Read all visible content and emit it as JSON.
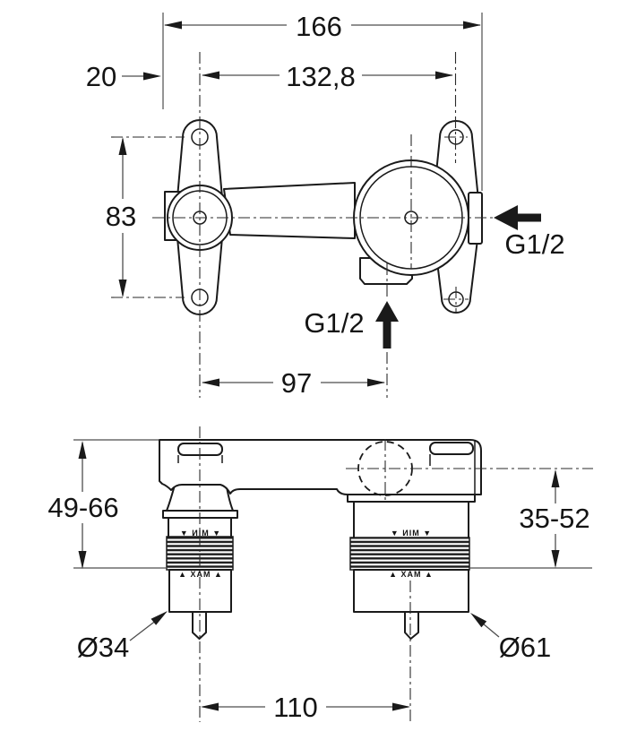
{
  "top_view": {
    "dim_overall_width": "166",
    "dim_left_offset": "20",
    "dim_hole_spacing": "132,8",
    "dim_hole_height": "83",
    "dim_bottom_inlet_offset": "97",
    "label_side_inlet": "G1/2",
    "label_bottom_inlet": "G1/2"
  },
  "front_view": {
    "dim_left_depth_range": "49-66",
    "dim_right_depth_range": "35-52",
    "label_left_diameter": "Ø34",
    "label_right_diameter": "Ø61",
    "dim_center_distance": "110",
    "marking_min": "▼ MIN ▼",
    "marking_max": "▲ MAX ▲"
  },
  "colors": {
    "outline": "#1a1a1a",
    "dimension_line": "#4d4d4d",
    "background": "#ffffff"
  }
}
